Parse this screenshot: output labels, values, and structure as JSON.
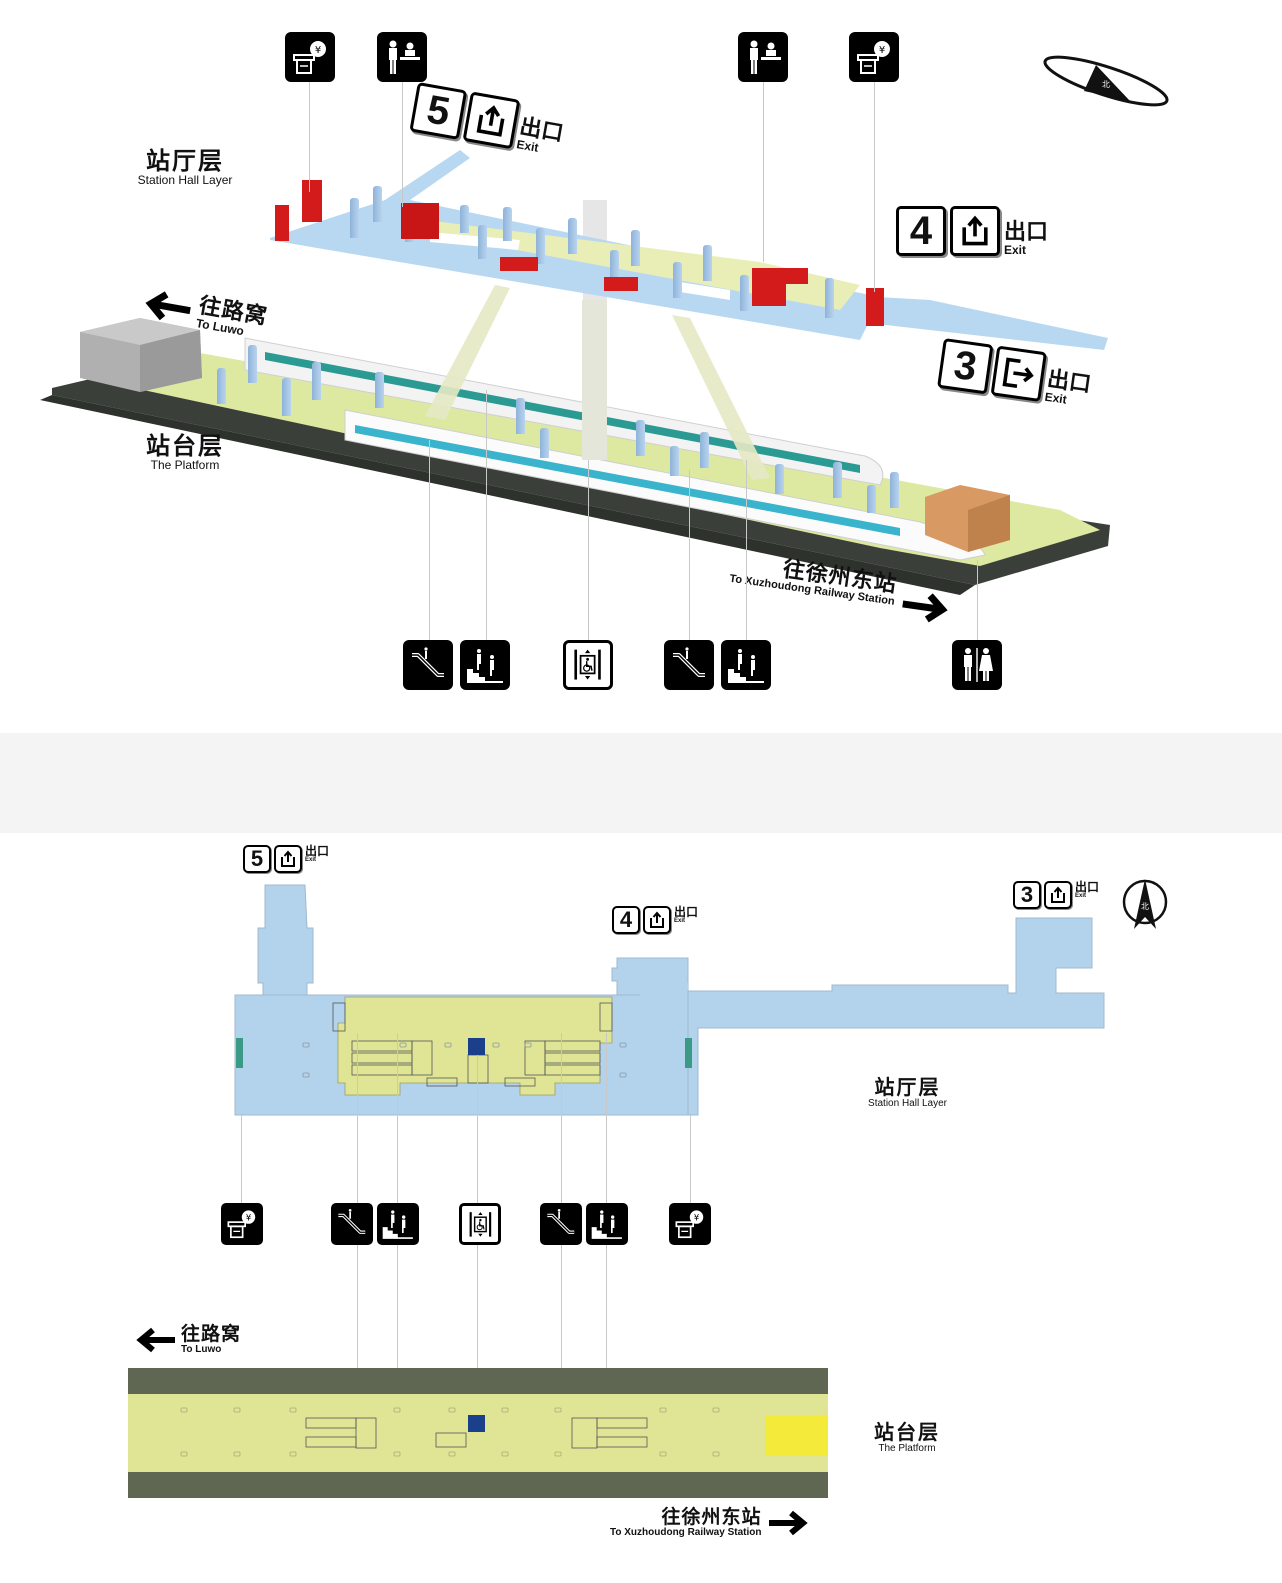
{
  "iso_view": {
    "layers": {
      "hall": {
        "cn": "站厅层",
        "en": "Station Hall Layer"
      },
      "platform": {
        "cn": "站台层",
        "en": "The Platform"
      }
    },
    "exits": [
      {
        "number": "5",
        "cn": "出口",
        "en": "Exit",
        "icon": "exit-up-icon"
      },
      {
        "number": "4",
        "cn": "出口",
        "en": "Exit",
        "icon": "exit-up-icon"
      },
      {
        "number": "3",
        "cn": "出口",
        "en": "Exit",
        "icon": "exit-right-icon"
      }
    ],
    "directions": {
      "west": {
        "cn": "往路窝",
        "en": "To Luwo",
        "arrow": "arrow-left-icon"
      },
      "east": {
        "cn": "往徐州东站",
        "en": "To Xuzhoudong Railway Station",
        "arrow": "arrow-right-icon"
      }
    },
    "top_signs": [
      "ticket-machine-icon",
      "service-counter-icon",
      "service-counter-icon",
      "ticket-machine-icon"
    ],
    "bottom_signs": [
      "escalator-icon",
      "stairs-icon",
      "elevator-accessible-icon",
      "escalator-icon",
      "stairs-icon",
      "restroom-icon"
    ],
    "compass": "compass-icon"
  },
  "plan_view": {
    "layers": {
      "hall": {
        "cn": "站厅层",
        "en": "Station Hall Layer"
      },
      "platform": {
        "cn": "站台层",
        "en": "The Platform"
      }
    },
    "exits": [
      {
        "number": "5",
        "cn": "出口",
        "en": "Exit"
      },
      {
        "number": "4",
        "cn": "出口",
        "en": "Exit"
      },
      {
        "number": "3",
        "cn": "出口",
        "en": "Exit"
      }
    ],
    "directions": {
      "west": {
        "cn": "往路窝",
        "en": "To Luwo"
      },
      "east": {
        "cn": "往徐州东站",
        "en": "To Xuzhoudong Railway Station"
      }
    },
    "middle_signs": [
      "ticket-machine-icon",
      "escalator-icon",
      "stairs-icon",
      "elevator-accessible-icon",
      "escalator-icon",
      "stairs-icon",
      "ticket-machine-icon"
    ],
    "compass": "north-arrow-icon"
  },
  "colors": {
    "hall_blue": "#b3d3ec",
    "paid_area_yellow": "#dfe595",
    "track_dark": "#5f6651",
    "facility_red": "#d41b1b",
    "elevator_navy": "#1c3f8c",
    "teal_gate": "#3a9a86",
    "highlight_yellow": "#f4ea3a",
    "separator_gray": "#f4f4f4"
  }
}
